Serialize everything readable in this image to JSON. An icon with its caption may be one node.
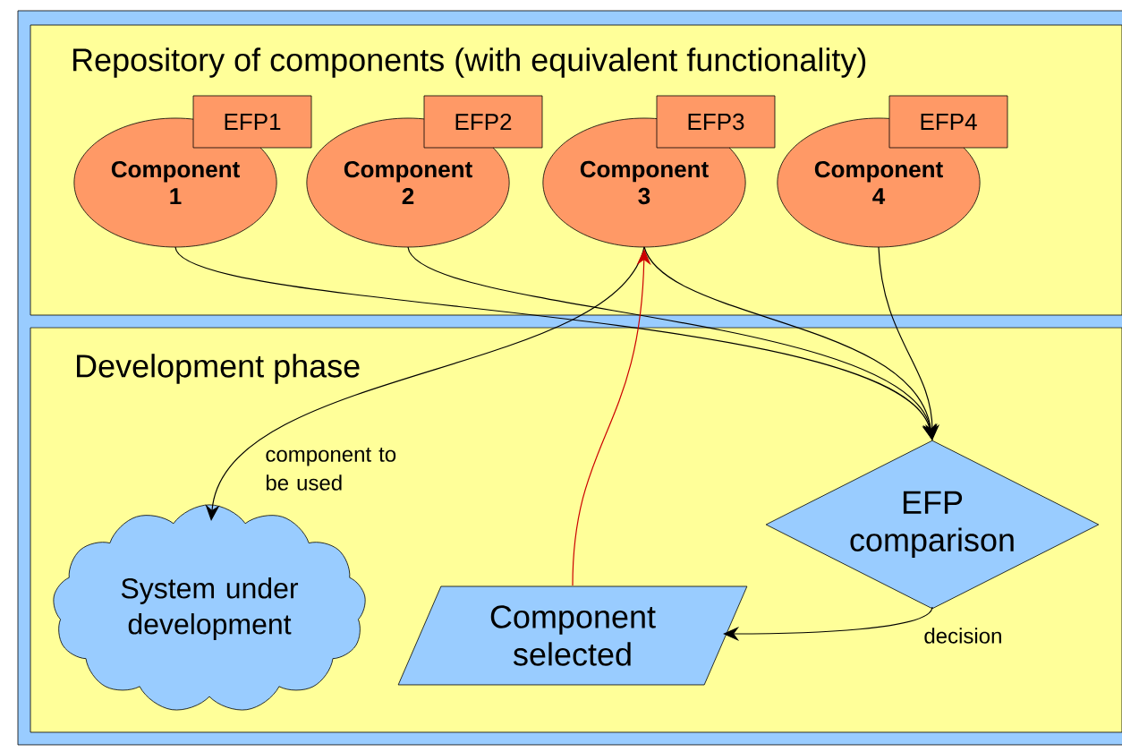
{
  "diagram": {
    "nodes": [
      {
        "text": [
          "Repository of components (with equivalent functionality)"
        ]
      },
      {
        "text": [
          "Component 1"
        ],
        "in": 0
      },
      {
        "text": [
          "EFP1"
        ],
        "in": 0
      },
      {
        "text": [
          "Component 2"
        ],
        "in": 0
      },
      {
        "text": [
          "EFP2"
        ],
        "in": 0
      },
      {
        "text": [
          "Component 3"
        ],
        "in": 0
      },
      {
        "text": [
          "EFP3"
        ],
        "in": 0
      },
      {
        "text": [
          "Component 4"
        ],
        "in": 0
      },
      {
        "text": [
          "EFP4"
        ],
        "in": 0
      },
      {
        "text": [
          "Development phase"
        ]
      },
      {
        "text": [
          "System under development"
        ],
        "in": 9
      },
      {
        "text": [
          "EFP comparison"
        ],
        "in": 9
      },
      {
        "text": [
          "Component selected"
        ],
        "in": 9
      }
    ],
    "edges": [
      {
        "from": 1,
        "to": 11,
        "arrow": "to"
      },
      {
        "from": 3,
        "to": 11,
        "arrow": "to"
      },
      {
        "from": 5,
        "to": 11,
        "arrow": "to"
      },
      {
        "from": 7,
        "to": 11,
        "arrow": "to"
      },
      {
        "from": 5,
        "to": 10,
        "arrow": "to",
        "label": "component to be used"
      },
      {
        "from": 12,
        "to": 5,
        "arrow": "to",
        "color": "#cc0000"
      },
      {
        "from": 11,
        "to": 12,
        "arrow": "to",
        "label": "decision"
      }
    ]
  }
}
